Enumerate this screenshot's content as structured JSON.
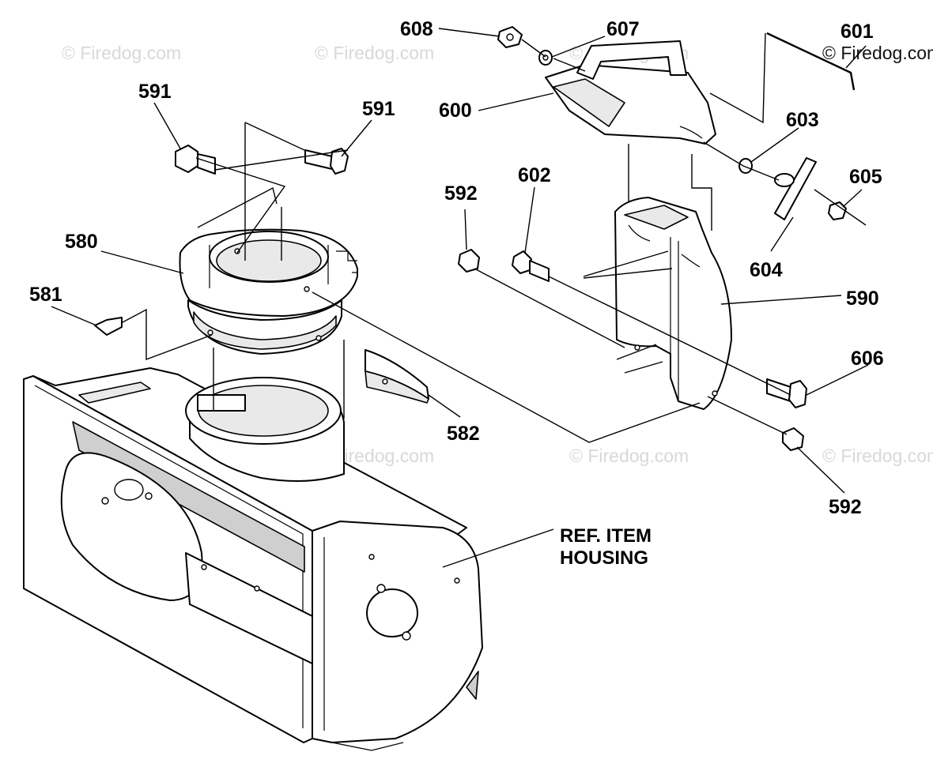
{
  "watermark": "© Firedog.com",
  "labels": {
    "p608": "608",
    "p607": "607",
    "p601": "601",
    "p591a": "591",
    "p591b": "591",
    "p600": "600",
    "p603": "603",
    "p602": "602",
    "p592a": "592",
    "p605": "605",
    "p580": "580",
    "p604": "604",
    "p581": "581",
    "p590": "590",
    "p606": "606",
    "p582": "582",
    "p592b": "592"
  },
  "reference": {
    "line1": "REF. ITEM",
    "line2": "HOUSING"
  }
}
